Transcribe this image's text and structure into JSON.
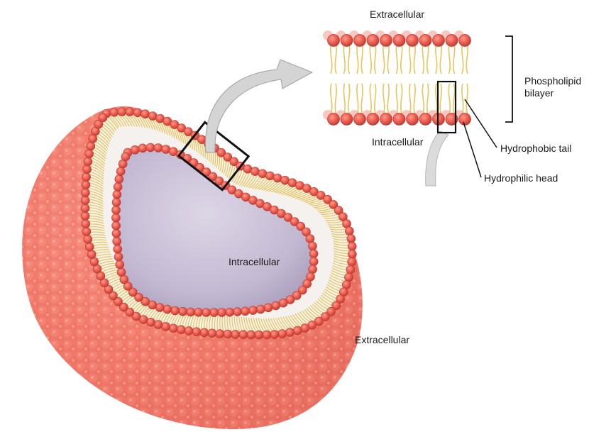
{
  "labels": {
    "extracellular_top": "Extracellular",
    "intracellular_inset": "Intracellular",
    "phospholipid_bilayer_line1": "Phospholipid",
    "phospholipid_bilayer_line2": "bilayer",
    "hydrophobic_tail": "Hydrophobic tail",
    "hydrophilic_head": "Hydrophilic head",
    "intracellular_cell": "Intracellular",
    "extracellular_cell": "Extracellular"
  },
  "colors": {
    "head_fill": "#e8584a",
    "head_stroke": "#b83a30",
    "outer_surface": "#f08070",
    "tail_color": "#e6c65a",
    "interior": "#c9bfd6",
    "arrow_fill": "#d0d0d0",
    "arrow_stroke": "#9a9a9a"
  }
}
